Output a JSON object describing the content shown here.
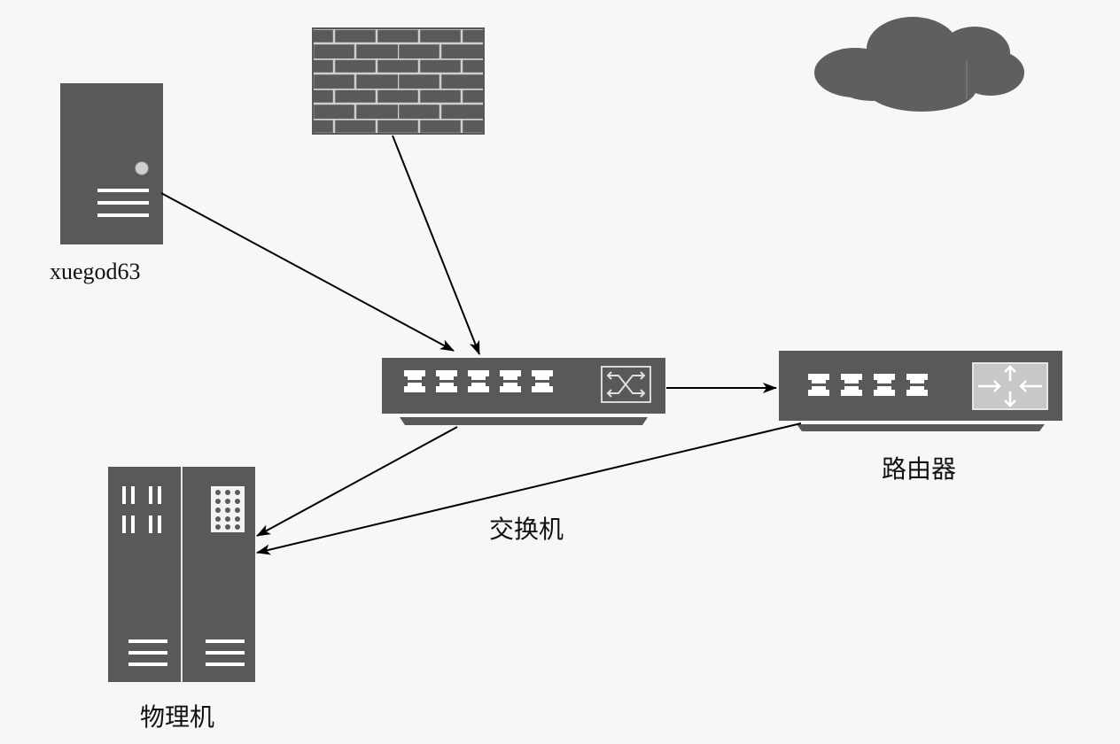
{
  "diagram": {
    "nodes": [
      {
        "id": "server",
        "label": "xuegod63",
        "icon": "tower-server-icon"
      },
      {
        "id": "firewall",
        "label": "",
        "icon": "firewall-brick-wall-icon"
      },
      {
        "id": "cloud",
        "label": "",
        "icon": "cloud-icon"
      },
      {
        "id": "switch",
        "label": "交换机",
        "icon": "network-switch-icon"
      },
      {
        "id": "router",
        "label": "路由器",
        "icon": "router-icon"
      },
      {
        "id": "physical",
        "label": "物理机",
        "icon": "rack-server-icon"
      }
    ],
    "edges": [
      {
        "from": "server",
        "to": "switch",
        "directed": true
      },
      {
        "from": "firewall",
        "to": "switch",
        "directed": true
      },
      {
        "from": "switch",
        "to": "router",
        "directed": true
      },
      {
        "from": "switch",
        "to": "physical",
        "directed": true
      },
      {
        "from": "router",
        "to": "physical",
        "directed": true
      }
    ],
    "colors": {
      "device": "#595959",
      "device_light": "#d0d0d0",
      "port": "#ffffff",
      "edge": "#000000",
      "background": "#f7f7f7"
    }
  }
}
